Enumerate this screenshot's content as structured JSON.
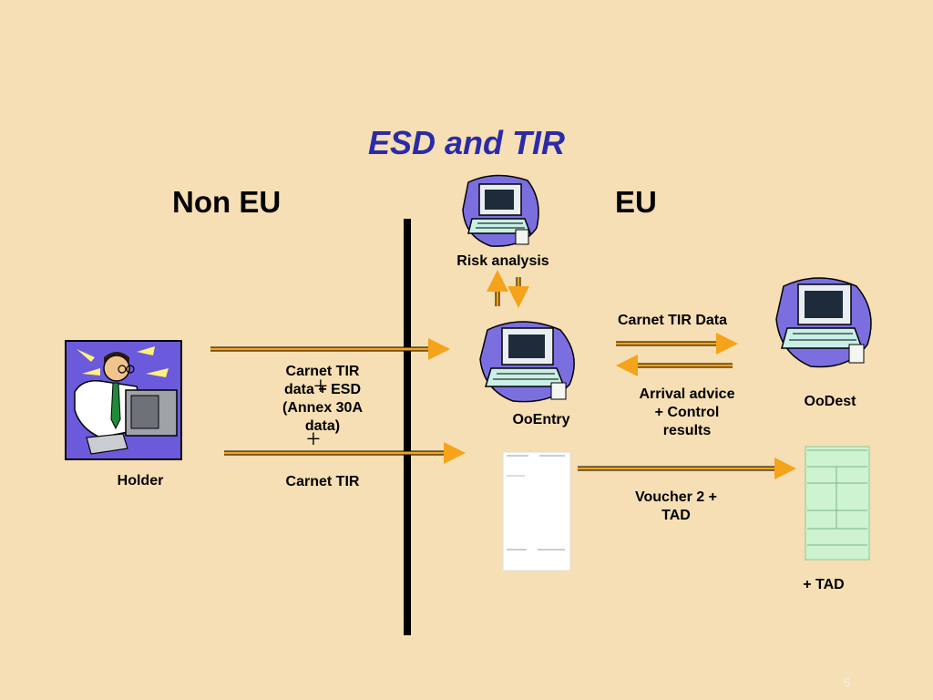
{
  "title": "ESD and TIR",
  "regions": {
    "left": "Non EU",
    "right": "EU"
  },
  "nodes": {
    "holder": "Holder",
    "risk": "Risk analysis",
    "ooentry": "OoEntry",
    "oodest": "OoDest"
  },
  "flows": {
    "carnet_data_esd": [
      "Carnet TIR",
      "data + ESD",
      "(Annex 30A",
      "data)"
    ],
    "carnet_tir": "Carnet TIR",
    "carnet_tir_data": "Carnet TIR Data",
    "arrival_advice": [
      "Arrival advice",
      "+ Control",
      "results"
    ],
    "voucher": [
      "Voucher 2 +",
      "TAD"
    ],
    "plus_tad": "+ TAD"
  },
  "page_number": "6",
  "colors": {
    "background": "#F6DFB4",
    "title": "#2B2BA8",
    "arrow": "#F5A31B",
    "divider": "#000000",
    "tad_doc": "#CDF3D0"
  }
}
